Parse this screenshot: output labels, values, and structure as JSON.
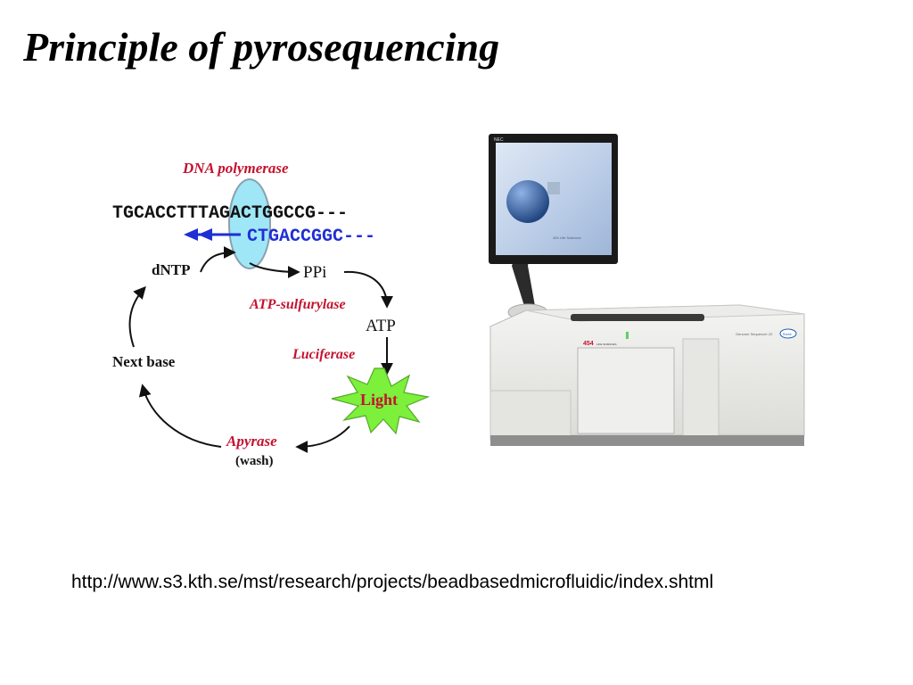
{
  "slide": {
    "title": "Principle of pyrosequencing",
    "source_url": "http://www.s3.kth.se/mst/research/projects/beadbasedmicrofluidic/index.shtml"
  },
  "diagram": {
    "enzyme_label": "DNA polymerase",
    "template_strand": "TGCACCTTTAGACTGGCCG---",
    "new_strand": "CTGACCGGC---",
    "dntp": "dNTP",
    "ppi": "PPi",
    "atp_sulfurylase": "ATP-sulfurylase",
    "atp": "ATP",
    "luciferase": "Luciferase",
    "light": "Light",
    "apyrase": "Apyrase",
    "wash": "(wash)",
    "next_base": "Next base"
  },
  "instrument_photo": {
    "logo_text": "454",
    "brand_sub": "LIFE SCIENCES",
    "model_text": "Genome Sequencer 20",
    "maker_badge": "Roche",
    "monitor_brand": "NEC",
    "screen_caption": "454 Life Sciences"
  },
  "colors": {
    "red_label": "#c4122f",
    "blue_strand": "#1f2fd6",
    "polymerase_fill": "#9fe7f6",
    "light_burst": "#7cf03a",
    "light_text": "#c4122f"
  }
}
